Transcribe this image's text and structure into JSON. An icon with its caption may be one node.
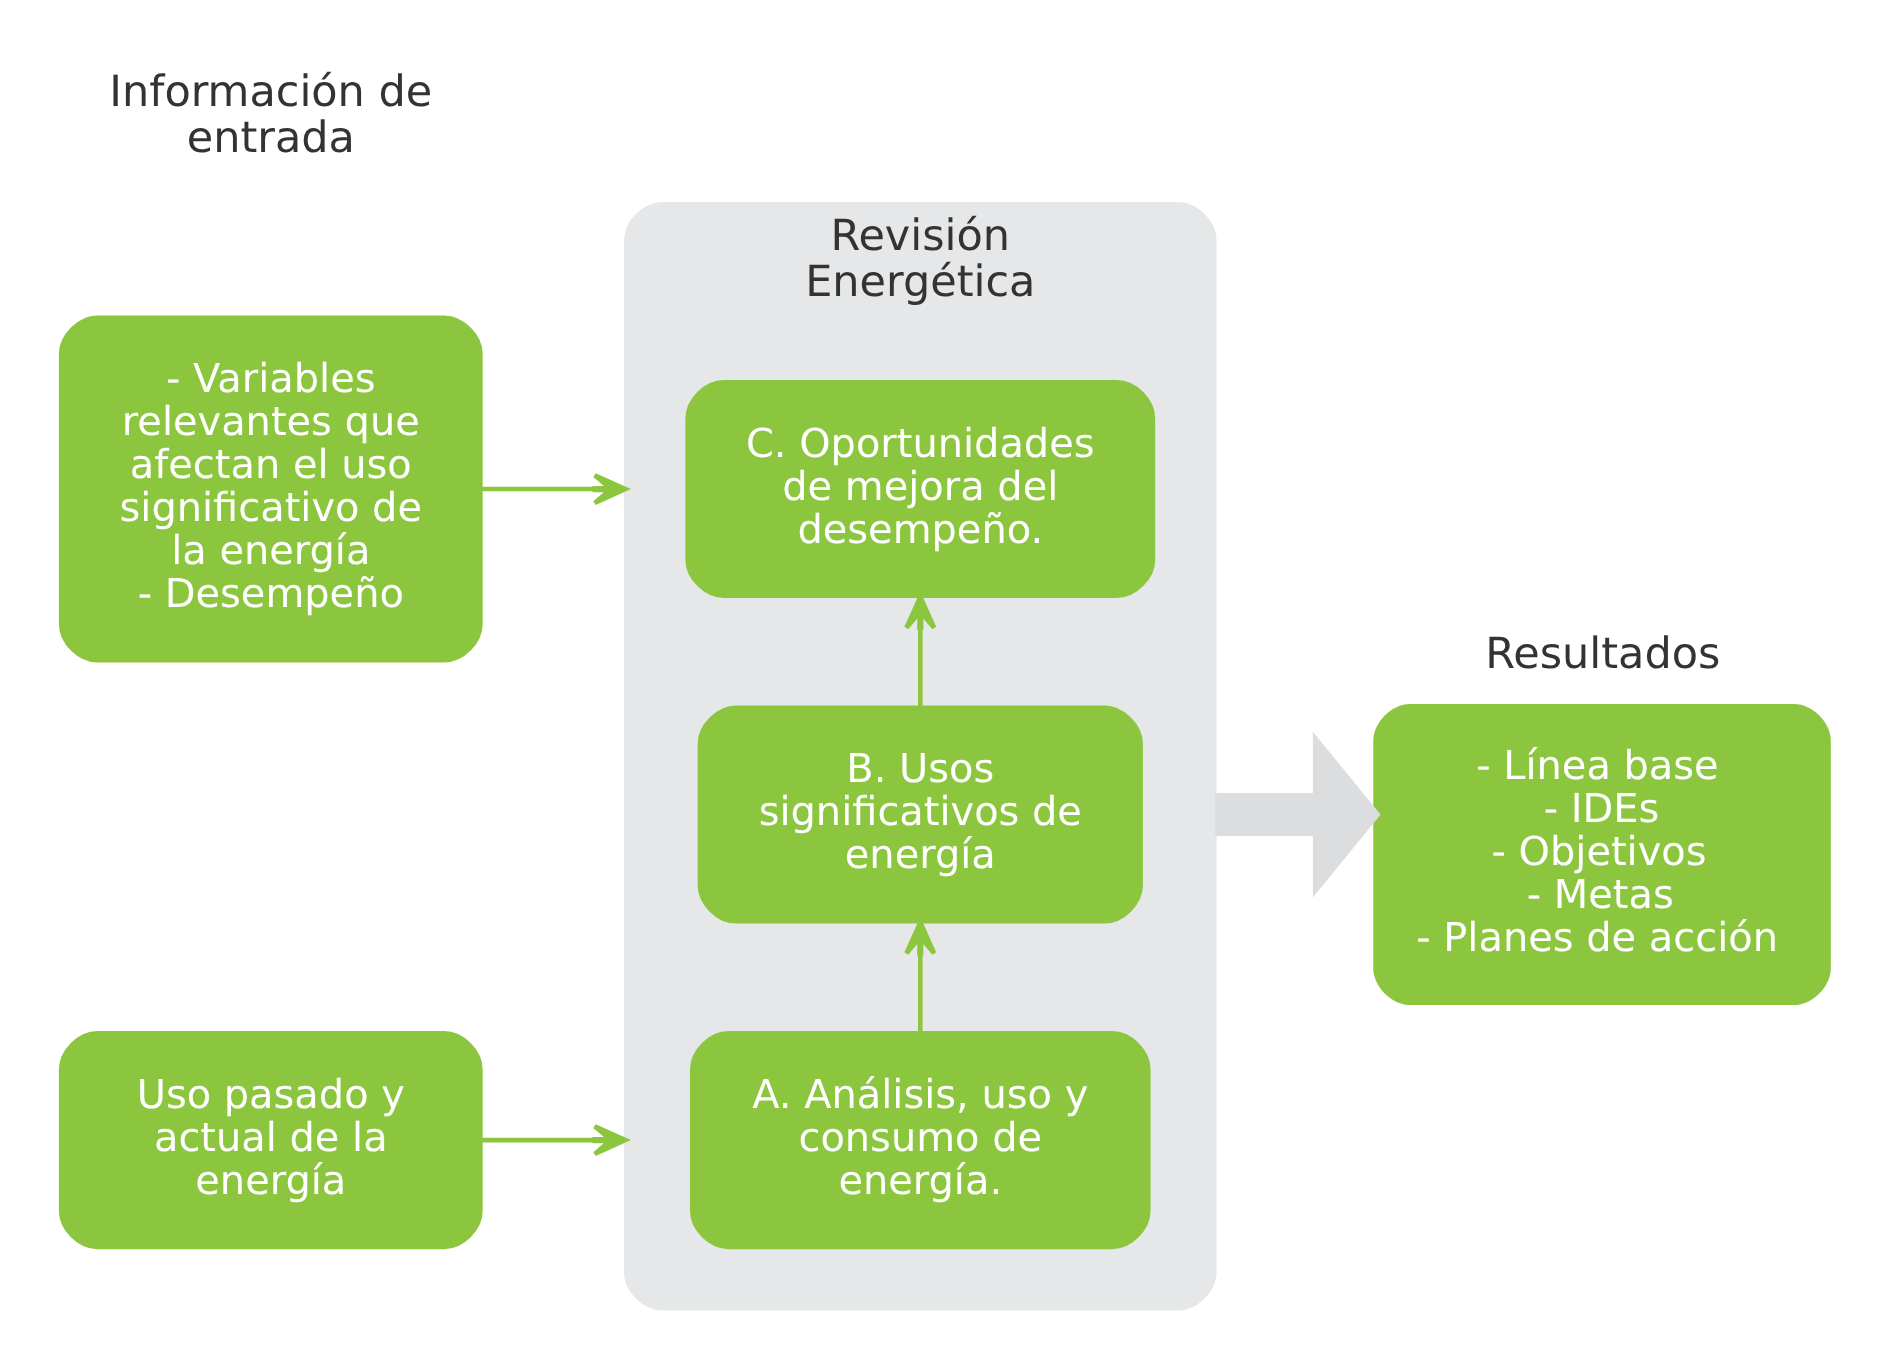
{
  "diagram": {
    "nodes": [
      {
        "text": [
          "Uso pasado y actual de la energía"
        ]
      },
      {
        "text": [
          "- Variables relevantes que afectan el uso significativo de la energía",
          "- Desempeño"
        ]
      },
      {
        "text": [
          "Revisión Energética"
        ]
      },
      {
        "text": [
          "A. Análisis, uso y consumo de energía."
        ],
        "in": 2
      },
      {
        "text": [
          "B. Usos significativos de energía"
        ],
        "in": 2
      },
      {
        "text": [
          "C. Oportunidades de mejora del desempeño."
        ],
        "in": 2
      },
      {
        "text": [
          "Resultados",
          "- Línea base",
          "- IDEs",
          "- Objetivos",
          "- Metas",
          "- Planes de acción"
        ]
      }
    ],
    "edges": [
      {
        "from": 0,
        "to": 2,
        "arrow": "to"
      },
      {
        "from": 1,
        "to": 2,
        "arrow": "to"
      },
      {
        "from": 3,
        "to": 4,
        "arrow": "to"
      },
      {
        "from": 4,
        "to": 5,
        "arrow": "to"
      },
      {
        "from": 2,
        "to": 6,
        "arrow": "to",
        "style": "thick",
        "color": "#dcdddf"
      }
    ],
    "labels": [
      "Información de entrada"
    ]
  }
}
